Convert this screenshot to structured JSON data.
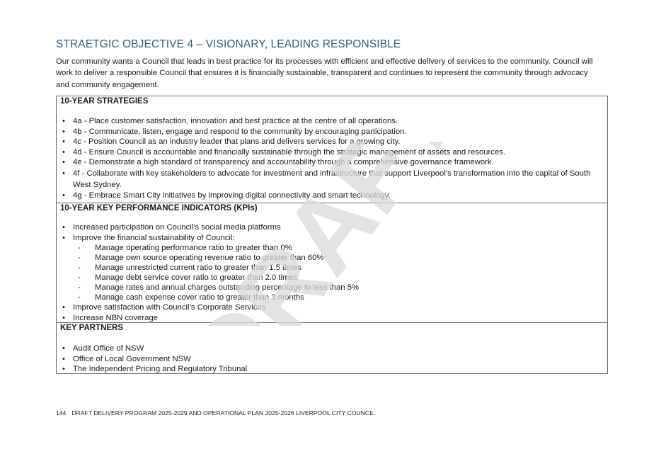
{
  "page": {
    "title": "STRAETGIC OBJECTIVE 4 – VISIONARY, LEADING RESPONSIBLE",
    "intro": "Our community wants a Council that leads in best practice for its processes with efficient and effective delivery of services to the community. Council will work to deliver a responsible Council that ensures it is financially sustainable, transparent and continues to represent the community through advocacy and community engagement."
  },
  "strategies": {
    "heading": "10-YEAR STRATEGIES",
    "items": [
      "4a - Place customer satisfaction, innovation and best practice at the centre of all operations.",
      "4b - Communicate, listen, engage and respond to the community by encouraging participation.",
      "4c - Position Council as an industry leader that plans and delivers services for a growing city.",
      "4d - Ensure Council is accountable and financially sustainable through the strategic management of assets and resources.",
      "4e - Demonstrate a high standard of transparency and accountability through a comprehensive governance framework.",
      "4f - Collaborate with key stakeholders to advocate for investment and  infrastructure that support Liverpool’s transformation into the capital of South West Sydney.",
      "4g - Embrace Smart City initiatives by improving digital connectivity and smart technology."
    ]
  },
  "kpis": {
    "heading": "10-YEAR KEY PERFORMANCE INDICATORS (KPIs)",
    "item1": "Increased participation on Council’s social media platforms",
    "item2": "Improve the financial sustainability of Council:",
    "subitems": [
      "Manage operating performance ratio to greater than 0%",
      "Manage own source operating revenue ratio to greater than 60%",
      "Manage unrestricted current ratio to greater than 1.5 times",
      "Manage debt service cover ratio to greater than 2.0 times",
      "Manage rates and annual charges outstanding percentage to less than 5%",
      "Manage cash expense cover ratio to greater than 3 months"
    ],
    "item3": "Improve satisfaction with Council’s Corporate Services",
    "item4": "Increase NBN coverage"
  },
  "partners": {
    "heading": "KEY PARTNERS",
    "items": [
      "Audit Office of NSW",
      "Office of Local Government NSW",
      "The Independent Pricing and Regulatory Tribunal"
    ]
  },
  "footer": {
    "page_number": "144",
    "text": "DRAFT DELIVERY PROGRAM 2025-2029 AND OPERATIONAL PLAN 2025-2026 LIVERPOOL CITY COUNCIL"
  },
  "watermark": {
    "text": "DRAFT",
    "color": "#d9d9d9"
  },
  "symbols": {
    "bullet": "•",
    "dash": "-"
  }
}
